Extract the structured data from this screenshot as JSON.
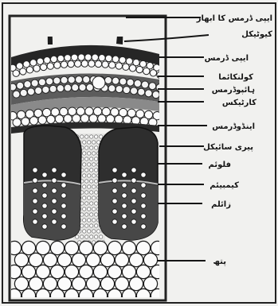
{
  "colors": {
    "paper": "#f1f1ef",
    "ink": "#151515",
    "dark_tissue": "#333333",
    "mid_tissue": "#6a6a6a",
    "cell_fill": "#fafafa"
  },
  "labels": [
    {
      "id": "epidermis-hair",
      "text": "ایپی ڈرمس کا ابھار"
    },
    {
      "id": "cuticle",
      "text": "کیوٹیکل"
    },
    {
      "id": "epidermis",
      "text": "ایپی ڈرمس"
    },
    {
      "id": "collenchyma",
      "text": "کولنکائما"
    },
    {
      "id": "hypodermis",
      "text": "ہائپوڈرمس"
    },
    {
      "id": "cortex",
      "text": "کارٹیکس"
    },
    {
      "id": "endodermis",
      "text": "اینڈوڈرمس"
    },
    {
      "id": "pericycle",
      "text": "پیری سائیکل"
    },
    {
      "id": "phloem",
      "text": "فلوئم"
    },
    {
      "id": "cambium",
      "text": "کیمبیئم"
    },
    {
      "id": "xylem",
      "text": "زائلم"
    },
    {
      "id": "pith",
      "text": "پتھ"
    }
  ]
}
